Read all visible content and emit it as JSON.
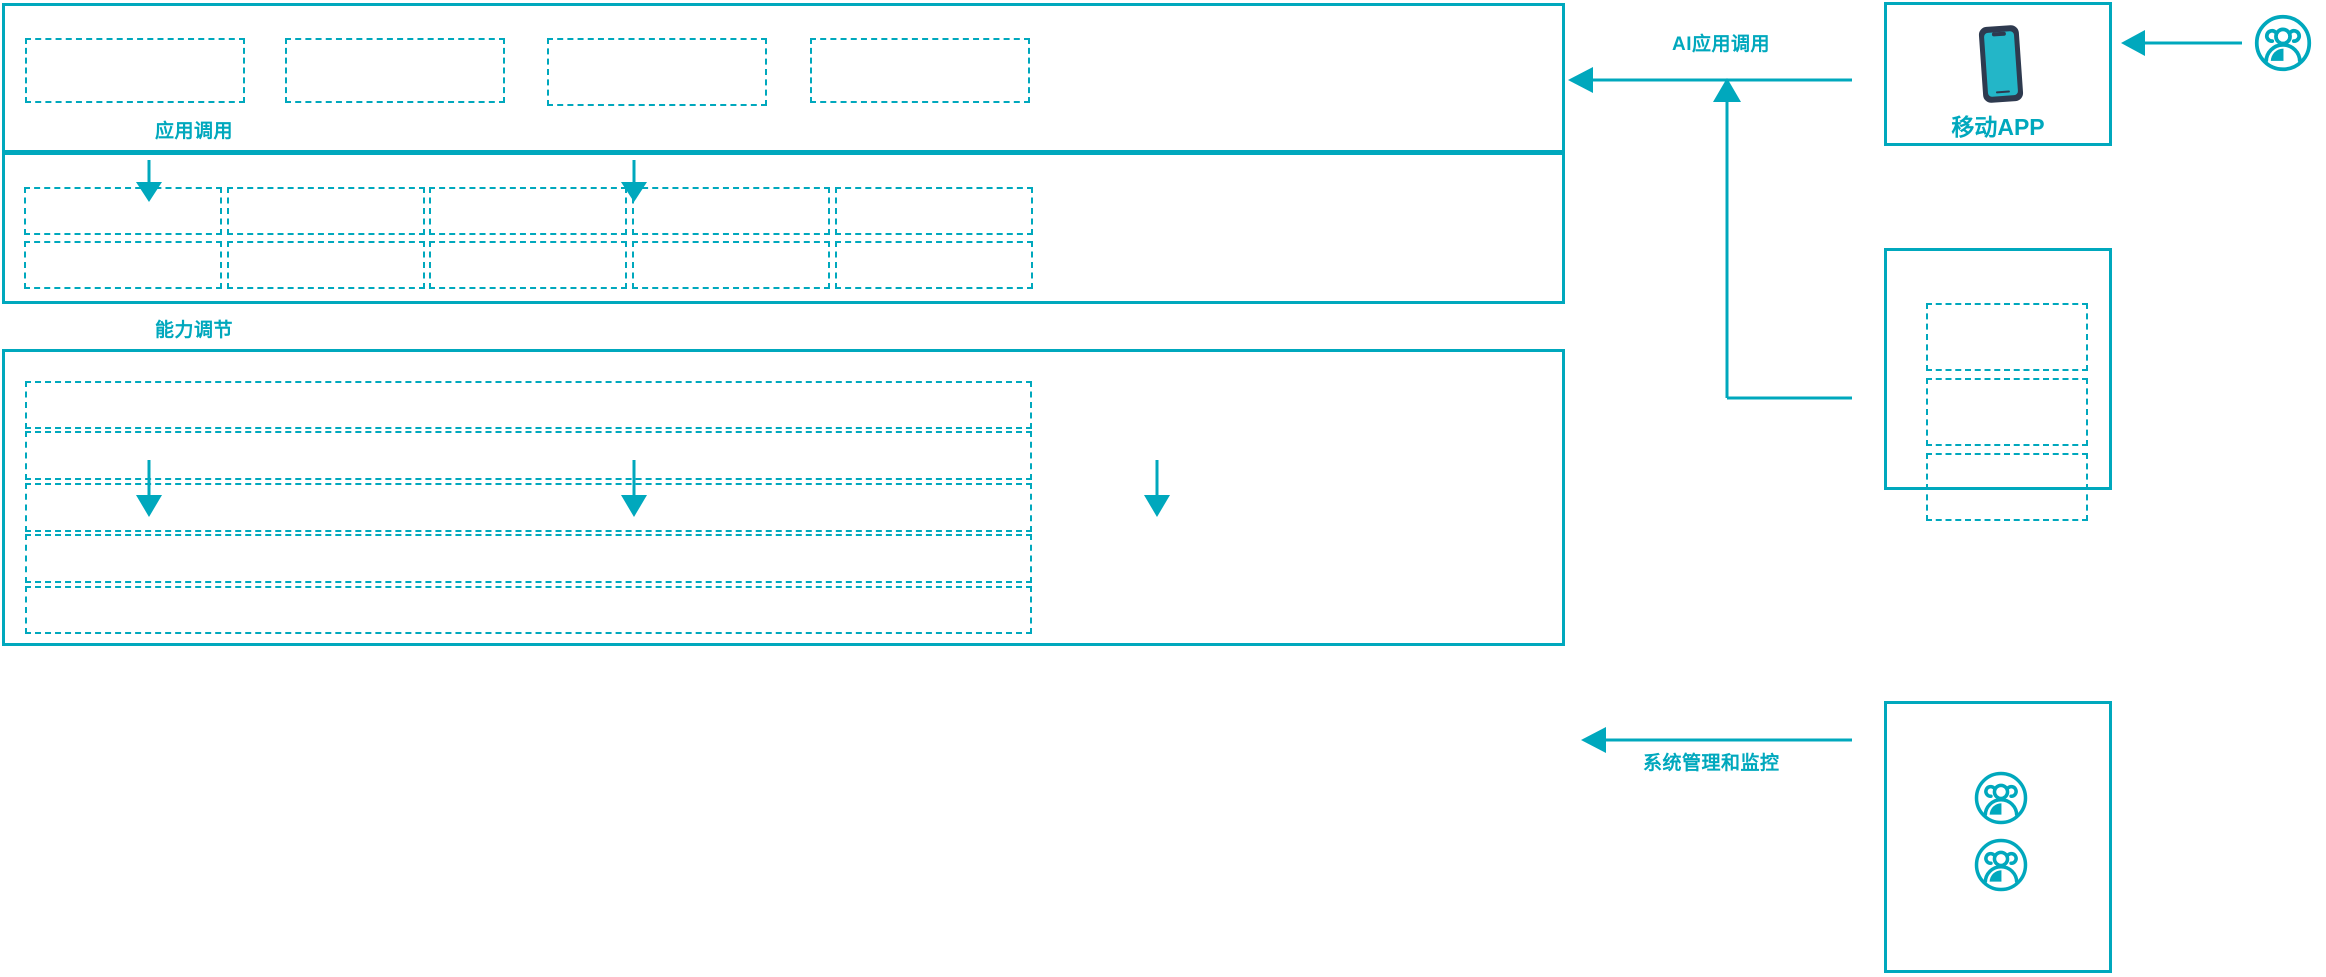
{
  "theme": {
    "accent": "#00a8bd",
    "phone_frame": "#2e3a4f",
    "phone_screen": "#23b6c8",
    "background": "#ffffff"
  },
  "diagram": {
    "type": "layered-architecture",
    "title": "",
    "layers": [
      {
        "id": "application-layer",
        "name": "",
        "boxes": [
          {
            "label": ""
          },
          {
            "label": ""
          },
          {
            "label": ""
          },
          {
            "label": ""
          }
        ]
      },
      {
        "id": "capability-layer",
        "name": "",
        "rows": [
          [
            {
              "label": ""
            },
            {
              "label": ""
            },
            {
              "label": ""
            },
            {
              "label": ""
            },
            {
              "label": ""
            }
          ],
          [
            {
              "label": ""
            },
            {
              "label": ""
            },
            {
              "label": ""
            },
            {
              "label": ""
            },
            {
              "label": ""
            }
          ]
        ]
      },
      {
        "id": "platform-layer",
        "name": "",
        "rows": [
          {
            "label": ""
          },
          {
            "label": ""
          },
          {
            "label": ""
          },
          {
            "label": ""
          },
          {
            "label": ""
          }
        ]
      }
    ],
    "flow_labels": [
      {
        "id": "app-call",
        "text": "应用调用"
      },
      {
        "id": "capability-adjust",
        "text": "能力调节"
      },
      {
        "id": "ai-app-call",
        "text": "AI应用调用"
      },
      {
        "id": "system-admin-monitor",
        "text": "系统管理和监控"
      }
    ],
    "right_column": {
      "mobile_app": {
        "id": "mobile-app-node",
        "label": "移动APP",
        "icon": "smartphone-icon"
      },
      "service_stack": {
        "id": "service-stack-node",
        "label": "",
        "items": [
          {
            "label": ""
          },
          {
            "label": ""
          },
          {
            "label": ""
          }
        ]
      },
      "admin_users": {
        "id": "admin-users-node",
        "label": "",
        "icons": [
          "user-group-icon",
          "user-group-icon"
        ]
      },
      "end_user": {
        "id": "end-user-actor",
        "icon": "user-group-icon",
        "label": ""
      }
    }
  }
}
